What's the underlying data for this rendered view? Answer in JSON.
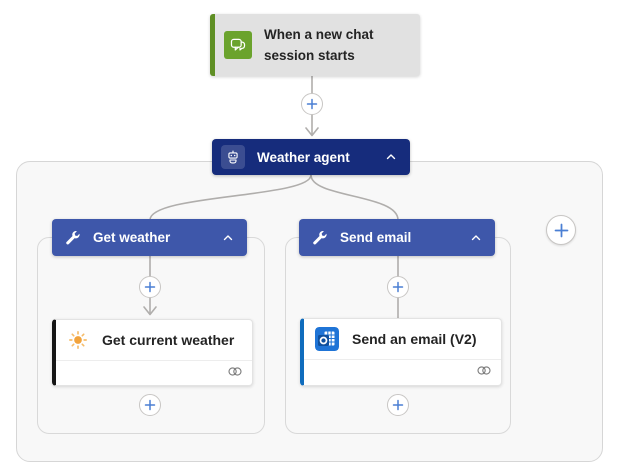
{
  "trigger": {
    "label": "When a new chat session starts",
    "icon": "chat-bubbles-icon"
  },
  "agent": {
    "label": "Weather agent",
    "icon": "bot-icon",
    "collapse_icon": "chevron-up-icon"
  },
  "branches": [
    {
      "header": "Get weather",
      "collapse_icon": "chevron-up-icon",
      "header_icon": "wrench-icon",
      "action": {
        "label": "Get current weather",
        "icon": "sun-icon",
        "status_icon": "connection-icon"
      }
    },
    {
      "header": "Send email",
      "collapse_icon": "chevron-up-icon",
      "header_icon": "wrench-icon",
      "action": {
        "label": "Send an email (V2)",
        "icon": "outlook-icon",
        "status_icon": "connection-icon"
      }
    }
  ],
  "colors": {
    "agent_blue": "#162c7c",
    "tool_blue": "#3e57aa",
    "trigger_green_border": "#5f8f24",
    "trigger_icon_green": "#6ba32d",
    "trigger_card_bg": "#e1e1e1",
    "scope_bg": "#f8f8f8",
    "scope_border": "#d6d6d6",
    "connector_gray": "#b0aeac",
    "plus_blue": "#4a7fd4",
    "weather_accent": "#161616",
    "email_accent": "#0f6cbd",
    "outlook_blue": "#1f74d6",
    "sun_orange": "#f2a33c"
  }
}
